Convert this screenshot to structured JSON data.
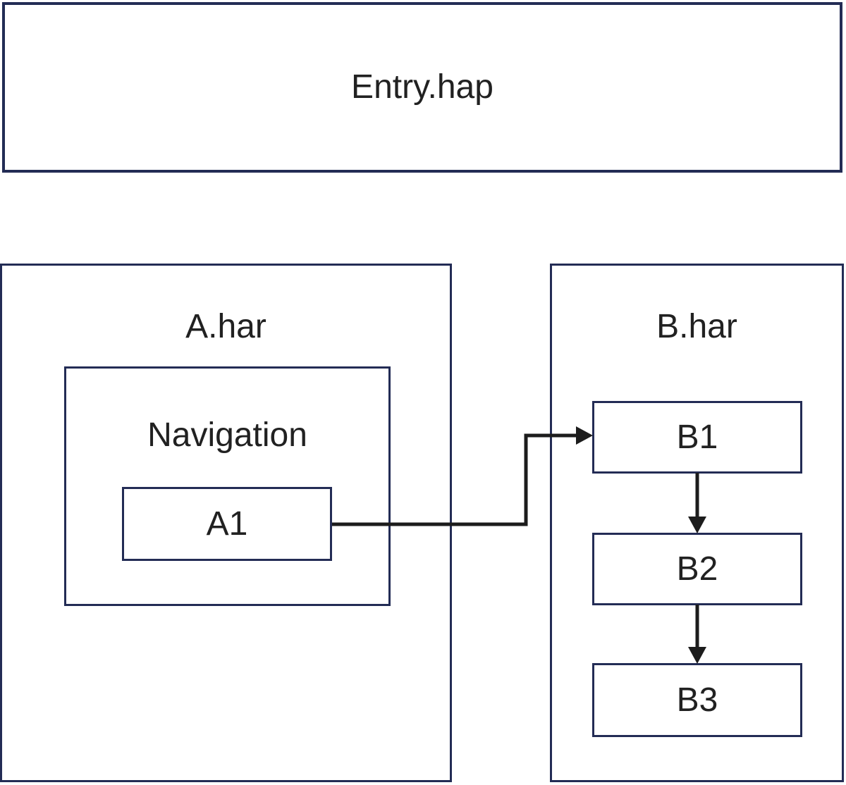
{
  "diagram": {
    "kind": "module-dependency-diagram",
    "nodes": {
      "entry": {
        "label": "Entry.hap",
        "type": "hap-package"
      },
      "a_har": {
        "label": "A.har",
        "type": "har-package"
      },
      "navigation": {
        "label": "Navigation",
        "type": "container"
      },
      "a1": {
        "label": "A1",
        "type": "page"
      },
      "b_har": {
        "label": "B.har",
        "type": "har-package"
      },
      "b1": {
        "label": "B1",
        "type": "page"
      },
      "b2": {
        "label": "B2",
        "type": "page"
      },
      "b3": {
        "label": "B3",
        "type": "page"
      }
    },
    "edges": [
      {
        "from": "A1",
        "to": "B1",
        "style": "elbow",
        "arrowhead": "filled-triangle"
      },
      {
        "from": "B1",
        "to": "B2",
        "style": "straight-down",
        "arrowhead": "filled-triangle"
      },
      {
        "from": "B2",
        "to": "B3",
        "style": "straight-down",
        "arrowhead": "filled-triangle"
      }
    ]
  },
  "colors": {
    "box-border": "#232c55",
    "edge": "#1c1c1c",
    "text": "#212121",
    "background": "#ffffff"
  }
}
